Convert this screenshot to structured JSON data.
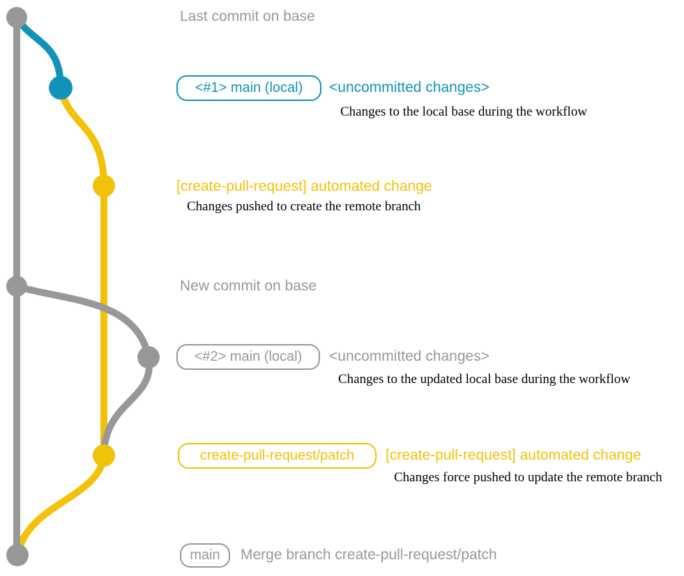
{
  "colors": {
    "gray": "#989898",
    "blue": "#1193b8",
    "yellow": "#f2c109",
    "description_text": "#000000"
  },
  "graph": {
    "commits": [
      {
        "id": "last-commit-on-base",
        "branch": "base",
        "color": "gray"
      },
      {
        "id": "main-local-1",
        "branch": "main (local)",
        "color": "blue"
      },
      {
        "id": "automated-change-1",
        "branch": "create-pull-request/patch",
        "color": "yellow"
      },
      {
        "id": "new-commit-on-base",
        "branch": "base",
        "color": "gray"
      },
      {
        "id": "main-local-2",
        "branch": "main (local)",
        "color": "gray"
      },
      {
        "id": "automated-change-2",
        "branch": "create-pull-request/patch",
        "color": "yellow"
      },
      {
        "id": "merge-commit",
        "branch": "base",
        "color": "gray"
      }
    ]
  },
  "annotations": {
    "last_commit_label": "Last commit on base",
    "step1": {
      "badge": "<#1> main (local)",
      "heading": "<uncommitted changes>",
      "description": "Changes to the local base during the workflow"
    },
    "step2": {
      "heading": "[create-pull-request] automated change",
      "description": "Changes pushed to create the remote branch"
    },
    "new_commit_label": "New commit on base",
    "step3": {
      "badge": "<#2> main (local)",
      "heading": "<uncommitted changes>",
      "description": "Changes to the updated local base during the workflow"
    },
    "step4": {
      "badge": "create-pull-request/patch",
      "heading": "[create-pull-request] automated change",
      "description": "Changes force pushed to update the remote branch"
    },
    "step5": {
      "badge": "main",
      "heading": "Merge branch create-pull-request/patch"
    }
  }
}
